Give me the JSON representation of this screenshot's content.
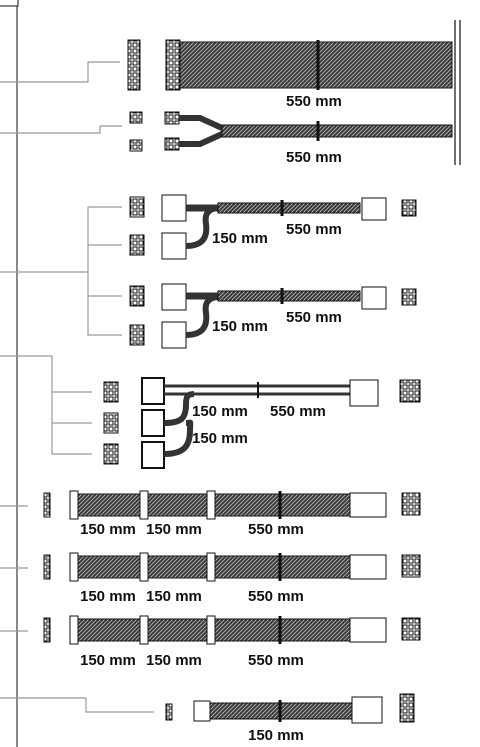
{
  "diagram": {
    "colors": {
      "line": "#111111",
      "leader": "#9a9a9a",
      "braid": "#2a2a2a",
      "background": "#ffffff"
    },
    "cables": [
      {
        "id": "atx-24pin",
        "labels": [
          "550 mm"
        ]
      },
      {
        "id": "cpu-4plus4-dual",
        "labels": [
          "550 mm"
        ]
      },
      {
        "id": "pcie-split-1",
        "labels": [
          "150 mm",
          "550 mm"
        ]
      },
      {
        "id": "pcie-split-2",
        "labels": [
          "150 mm",
          "550 mm"
        ]
      },
      {
        "id": "molex-triple",
        "labels": [
          "150 mm",
          "550 mm",
          "150 mm"
        ]
      },
      {
        "id": "sata-1",
        "labels": [
          "150 mm",
          "150 mm",
          "550 mm"
        ]
      },
      {
        "id": "sata-2",
        "labels": [
          "150 mm",
          "150 mm",
          "550 mm"
        ]
      },
      {
        "id": "sata-3",
        "labels": [
          "150 mm",
          "150 mm",
          "550 mm"
        ]
      },
      {
        "id": "floppy",
        "labels": [
          "150 mm"
        ]
      }
    ]
  }
}
